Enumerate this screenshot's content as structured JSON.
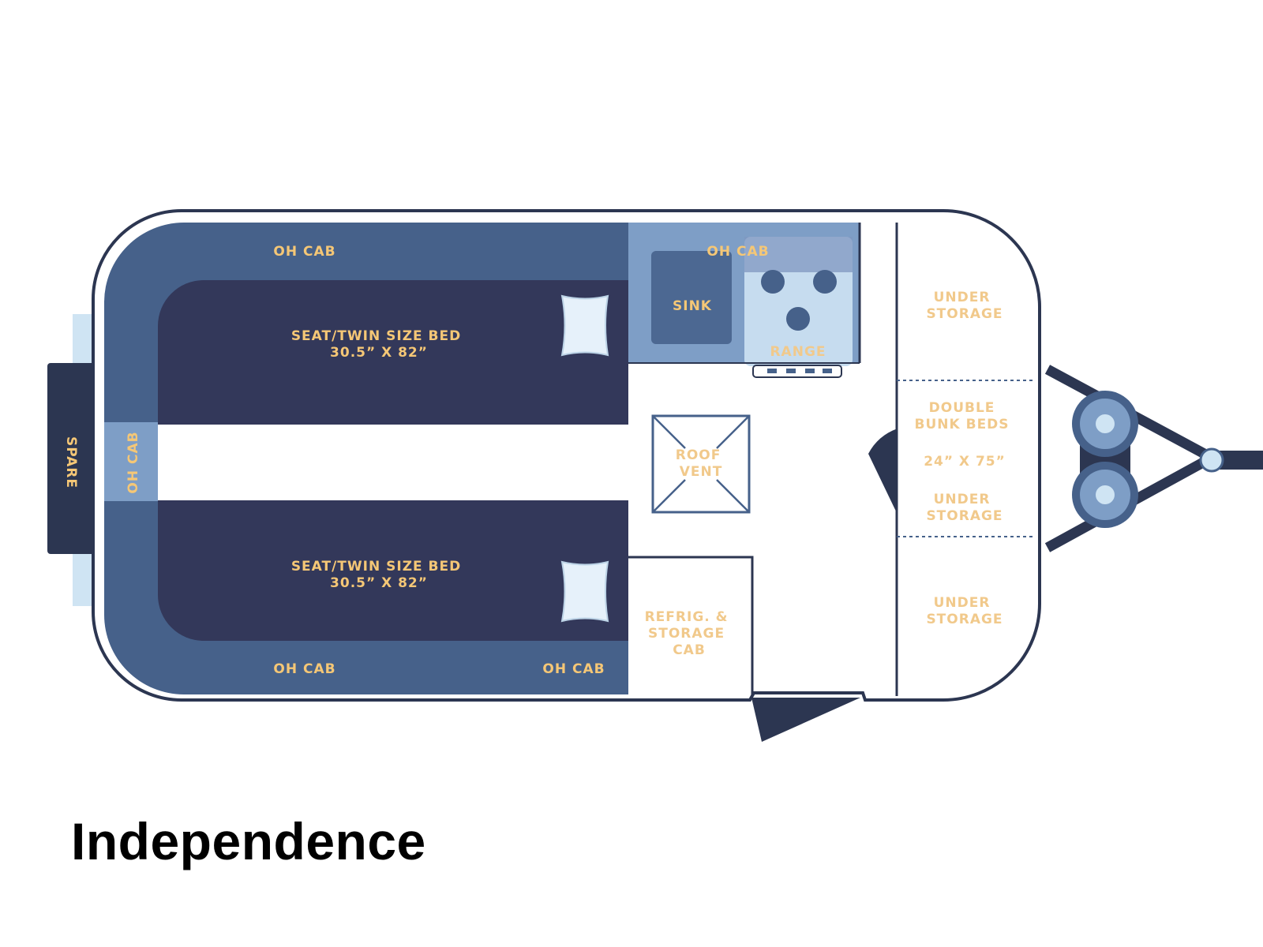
{
  "title": "Independence",
  "colors": {
    "bed": "#33385a",
    "cabinet": "#46618a",
    "galley": "#7e9ec6",
    "sink": "#4c6892",
    "range": "#c6dcef",
    "label": "#f5c776",
    "label_light": "#f1c98b",
    "outline": "#2c3651",
    "pale": "#cfe4f3"
  },
  "labels": {
    "oh_cab_top_left": "OH CAB",
    "oh_cab_top_right": "OH CAB",
    "oh_cab_bottom_left": "OH CAB",
    "oh_cab_bottom_right": "OH CAB",
    "oh_cab_rear": "OH CAB",
    "spare": "SPARE",
    "bed_top": [
      "SEAT/TWIN SIZE BED",
      "30.5” X 82”"
    ],
    "bed_bottom": [
      "SEAT/TWIN SIZE BED",
      "30.5” X 82”"
    ],
    "sink": "SINK",
    "range": "RANGE",
    "roof_vent": [
      "ROOF",
      "VENT"
    ],
    "refrig": [
      "REFRIG. &",
      "STORAGE",
      "CAB"
    ],
    "under_storage_top": [
      "UNDER",
      "STORAGE"
    ],
    "bunk": [
      "DOUBLE",
      "BUNK BEDS",
      "24” X 75”"
    ],
    "under_storage_mid": [
      "UNDER",
      "STORAGE"
    ],
    "under_storage_bottom": [
      "UNDER",
      "STORAGE"
    ]
  }
}
